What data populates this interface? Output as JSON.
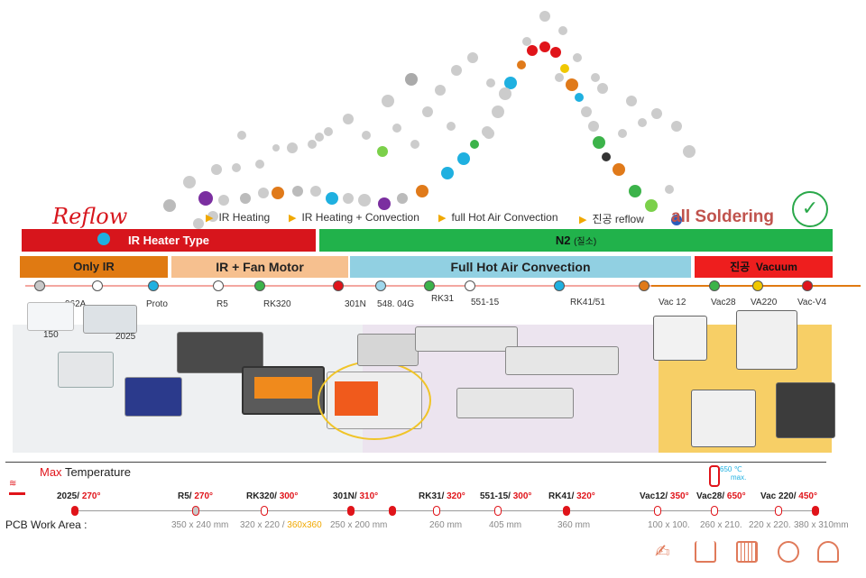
{
  "titles": {
    "reflow": "Reflow",
    "soldering": "all Soldering"
  },
  "legend": [
    {
      "label": "IR Heating"
    },
    {
      "label": "IR Heating + Convection"
    },
    {
      "label": "full Hot Air Convection"
    },
    {
      "label": "진공 reflow"
    }
  ],
  "bands_top": {
    "ir_heater": "IR Heater Type",
    "n2": "N2",
    "n2_sub": "(질소)"
  },
  "bands": {
    "only_ir": "Only IR",
    "ir_fan": "IR + Fan Motor",
    "hot_air": "Full Hot Air Convection",
    "vacuum_ko": "진공",
    "vacuum_en": "Vacuum"
  },
  "timeline_nodes": [
    {
      "label": "962A",
      "color": "#c8c8c8"
    },
    {
      "label": "Proto",
      "color": "#ffffff"
    },
    {
      "label": "R5",
      "color": "#1fb0e0"
    },
    {
      "label": "RK320",
      "color": "#ffffff"
    },
    {
      "label": "301N",
      "color": "#3cb34a"
    },
    {
      "label": "548. 04G",
      "color": "#e0141a"
    },
    {
      "label": "RK31",
      "color": "#9fd7ec"
    },
    {
      "label": "551-15",
      "color": "#3cb34a"
    },
    {
      "label": "RK41/51",
      "color": "#ffffff"
    },
    {
      "label": "Vac 12",
      "color": "#1fb0e0"
    },
    {
      "label": "Vac28",
      "color": "#e07a1a"
    },
    {
      "label": "VA220",
      "color": "#3cb34a"
    },
    {
      "label": "Vac-V4",
      "color": "#f0c800"
    },
    {
      "label": "",
      "color": "#e0141a"
    }
  ],
  "machine_labels": {
    "m150": "150",
    "m2025": "2025"
  },
  "bottom": {
    "max_word": "Max",
    "temp_word": "Temperature",
    "pcb": "PCB Work Area :",
    "badge": "650 ℃",
    "badge_sub": "max."
  },
  "temperatures": [
    {
      "model": "2025/",
      "temp": "270°",
      "color": "#e0141a"
    },
    {
      "model": "R5/",
      "temp": "270°",
      "color": "#c8c8c8"
    },
    {
      "model": "RK320/",
      "temp": "300°",
      "color": "#ffffff"
    },
    {
      "model": "301N/",
      "temp": "310°",
      "color": "#e0141a"
    },
    {
      "model": "",
      "temp": "",
      "color": "#e0141a"
    },
    {
      "model": "RK31/",
      "temp": "320°",
      "color": "#ffffff"
    },
    {
      "model": "551-15/",
      "temp": "300°",
      "color": "#ffffff"
    },
    {
      "model": "RK41/",
      "temp": "320°",
      "color": "#e0141a"
    },
    {
      "model": "Vac12/",
      "temp": "350°",
      "color": "#ffffff"
    },
    {
      "model": "Vac28/",
      "temp": "650°",
      "color": "#ffffff"
    },
    {
      "model": "Vac 220/",
      "temp": "450°",
      "color": "#ffffff"
    },
    {
      "model": "",
      "temp": "",
      "color": "#e0141a"
    }
  ],
  "work_areas": {
    "r5": "350 x 240 mm",
    "rk320": "320 x 220 /",
    "rk320_alt": "360x360",
    "n301": "250 x 200 mm",
    "rk31": "260 mm",
    "s551": "405 mm",
    "rk41": "360 mm",
    "vac12": "100 x 100.",
    "vac28": "260 x 210.",
    "vac220": "220 x 220.",
    "vacv4": "380 x 310mm"
  },
  "colors": {
    "red": "#d7151c",
    "green": "#21b24b",
    "orange": "#e07a12",
    "peach": "#f6c08f",
    "sky": "#91d0e2",
    "yellow": "#f7cf66",
    "lilac": "#ece4ef"
  }
}
